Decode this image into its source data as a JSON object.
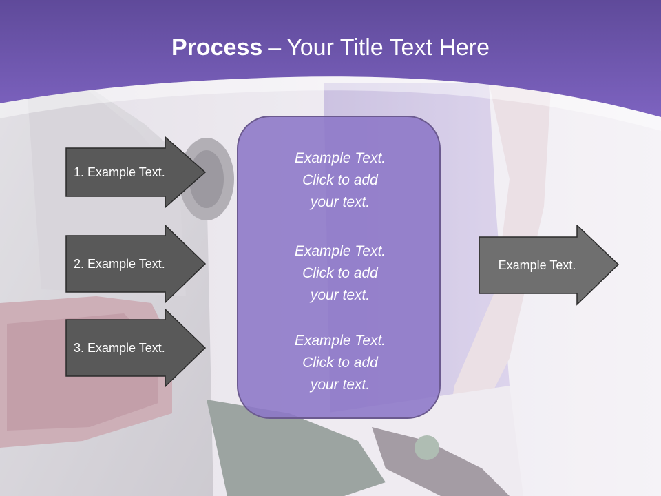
{
  "title": {
    "strong": "Process",
    "dash": "–",
    "rest": "Your Title Text Here"
  },
  "left_steps": [
    {
      "label": "1. Example Text."
    },
    {
      "label": "2. Example Text."
    },
    {
      "label": "3. Example Text."
    }
  ],
  "center_box": {
    "blocks": [
      {
        "line1": "Example Text.",
        "line2": "Click  to add",
        "line3": "your text."
      },
      {
        "line1": "Example Text.",
        "line2": "Click  to add",
        "line3": "your text."
      },
      {
        "line1": "Example Text.",
        "line2": "Click  to add",
        "line3": "your text."
      }
    ]
  },
  "right_arrow": {
    "label": "Example Text."
  },
  "colors": {
    "title_band": "#6b55a8",
    "arrow_fill": "#595959",
    "arrow_fill_right": "#6f6f6f",
    "center_box": "#8c76c7",
    "center_border": "#6b5a8f"
  }
}
